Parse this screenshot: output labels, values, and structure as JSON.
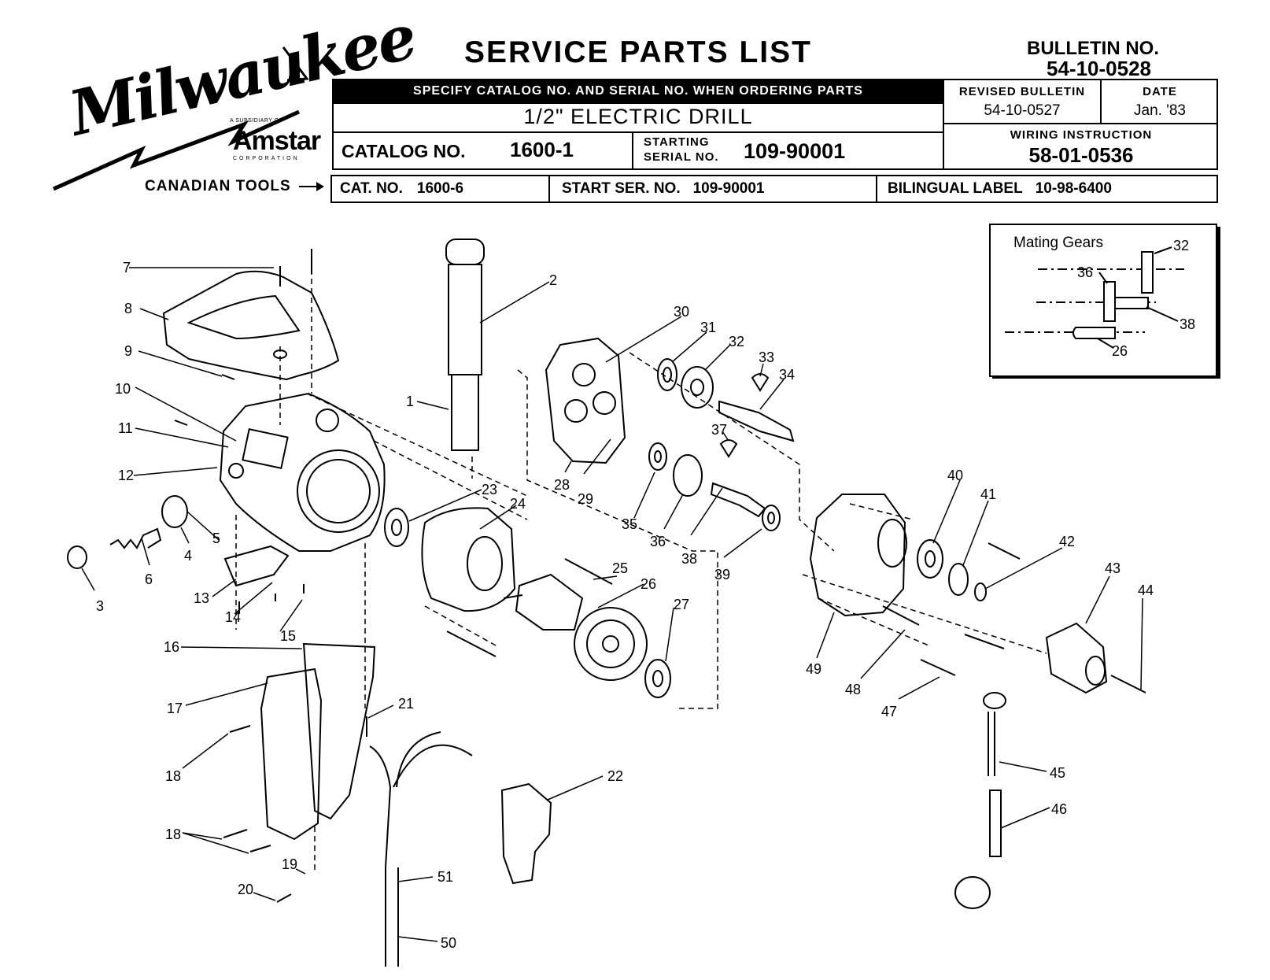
{
  "logo": {
    "wordmark": "Milwaukee",
    "subsidiary_text": "A SUBSIDIARY OF",
    "parent_name": "Amstar",
    "parent_corp": "CORPORATION"
  },
  "header": {
    "title": "SERVICE PARTS LIST",
    "bulletin_label": "BULLETIN NO.",
    "bulletin_no": "54-10-0528",
    "ordering_note": "SPECIFY CATALOG NO. AND SERIAL NO. WHEN ORDERING PARTS",
    "product_name": "1/2\" ELECTRIC DRILL",
    "catalog_label": "CATALOG NO.",
    "catalog_no": "1600-1",
    "starting_label_1": "STARTING",
    "starting_label_2": "SERIAL NO.",
    "serial_no": "109-90001",
    "revised_label": "REVISED BULLETIN",
    "revised_no": "54-10-0527",
    "date_label": "DATE",
    "date_value": "Jan. '83",
    "wiring_label": "WIRING INSTRUCTION",
    "wiring_no": "58-01-0536"
  },
  "canadian": {
    "label": "CANADIAN TOOLS",
    "cat_label": "CAT. NO.",
    "cat_no": "1600-6",
    "start_label": "START SER. NO.",
    "start_no": "109-90001",
    "bilingual_label": "BILINGUAL LABEL",
    "bilingual_no": "10-98-6400"
  },
  "inset": {
    "title": "Mating Gears",
    "labels": [
      "32",
      "36",
      "38",
      "26"
    ]
  },
  "part_numbers": [
    "1",
    "2",
    "3",
    "4",
    "5",
    "6",
    "7",
    "8",
    "9",
    "10",
    "11",
    "12",
    "13",
    "14",
    "15",
    "16",
    "17",
    "18",
    "18",
    "19",
    "20",
    "21",
    "22",
    "23",
    "24",
    "25",
    "26",
    "27",
    "28",
    "29",
    "30",
    "31",
    "32",
    "33",
    "34",
    "35",
    "36",
    "37",
    "38",
    "39",
    "40",
    "41",
    "42",
    "43",
    "44",
    "45",
    "46",
    "47",
    "48",
    "49",
    "50",
    "51"
  ]
}
